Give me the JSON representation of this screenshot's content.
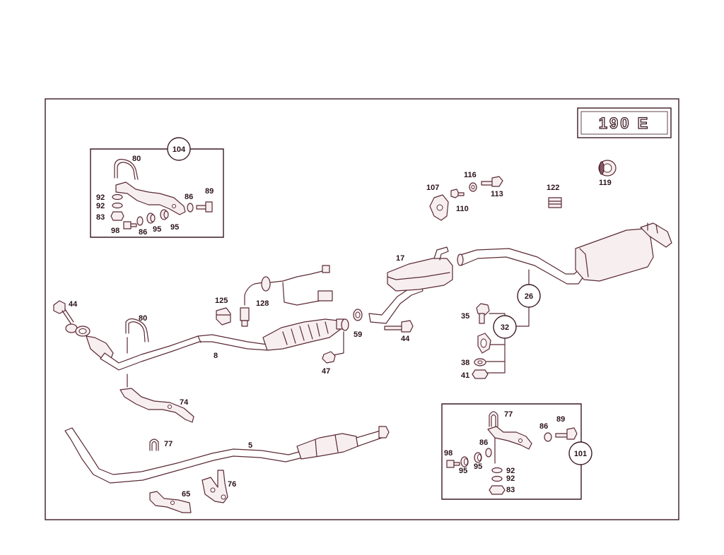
{
  "model_badge": "190 E",
  "kit_104": {
    "number": "104",
    "labels": {
      "a80": "80",
      "a92a": "92",
      "a92b": "92",
      "a83": "83",
      "a98": "98",
      "a86a": "86",
      "a95a": "95",
      "a95b": "95",
      "a86b": "86",
      "a89": "89"
    }
  },
  "kit_101": {
    "number": "101",
    "labels": {
      "b77": "77",
      "b89": "89",
      "b86a": "86",
      "b86b": "86",
      "b98": "98",
      "b95a": "95",
      "b95b": "95",
      "b92a": "92",
      "b92b": "92",
      "b83": "83"
    }
  },
  "parts": {
    "p107": "107",
    "p116": "116",
    "p113": "113",
    "p110": "110",
    "p122": "122",
    "p119": "119",
    "p17": "17",
    "p26": "26",
    "p32": "32",
    "p35": "35",
    "p38": "38",
    "p41": "41",
    "p44a": "44",
    "p44b": "44",
    "p80": "80",
    "p8": "8",
    "p125": "125",
    "p128": "128",
    "p59": "59",
    "p47": "47",
    "p74": "74",
    "p77": "77",
    "p5": "5",
    "p65": "65",
    "p76": "76"
  }
}
